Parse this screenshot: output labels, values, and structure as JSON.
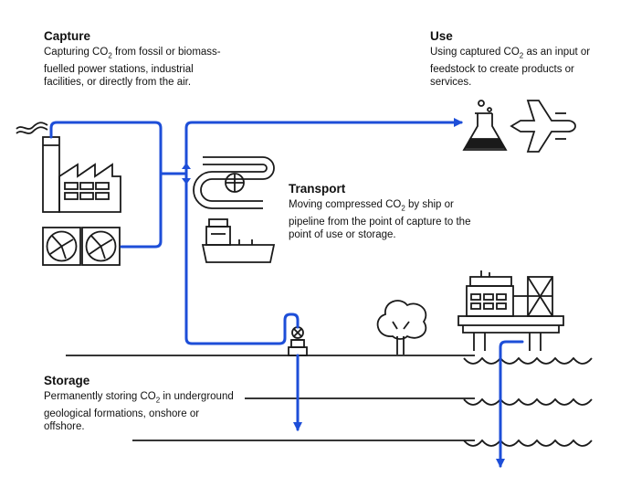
{
  "colors": {
    "flow": "#1d4ed8",
    "outline": "#1a1a1a"
  },
  "capture": {
    "title": "Capture",
    "desc_before": "Capturing CO",
    "desc_sub": "2",
    "desc_after": " from fossil or biomass-fuelled power stations, industrial facilities, or directly from the air."
  },
  "use": {
    "title": "Use",
    "desc_before": "Using captured CO",
    "desc_sub": "2",
    "desc_after": " as an input or feedstock to create products or services."
  },
  "transport": {
    "title": "Transport",
    "desc_before": "Moving compressed CO",
    "desc_sub": "2",
    "desc_after": " by ship or pipeline from the point of capture to the point of use or storage."
  },
  "storage": {
    "title": "Storage",
    "desc_before": "Permanently storing CO",
    "desc_sub": "2",
    "desc_after": " in underground geological formations, onshore or offshore."
  },
  "icons": [
    "factory-icon",
    "direct-air-capture-fans-icon",
    "pipeline-icon",
    "ship-icon",
    "flask-icon",
    "airplane-icon",
    "wellhead-icon",
    "tree-icon",
    "offshore-platform-icon",
    "waves-icon"
  ]
}
